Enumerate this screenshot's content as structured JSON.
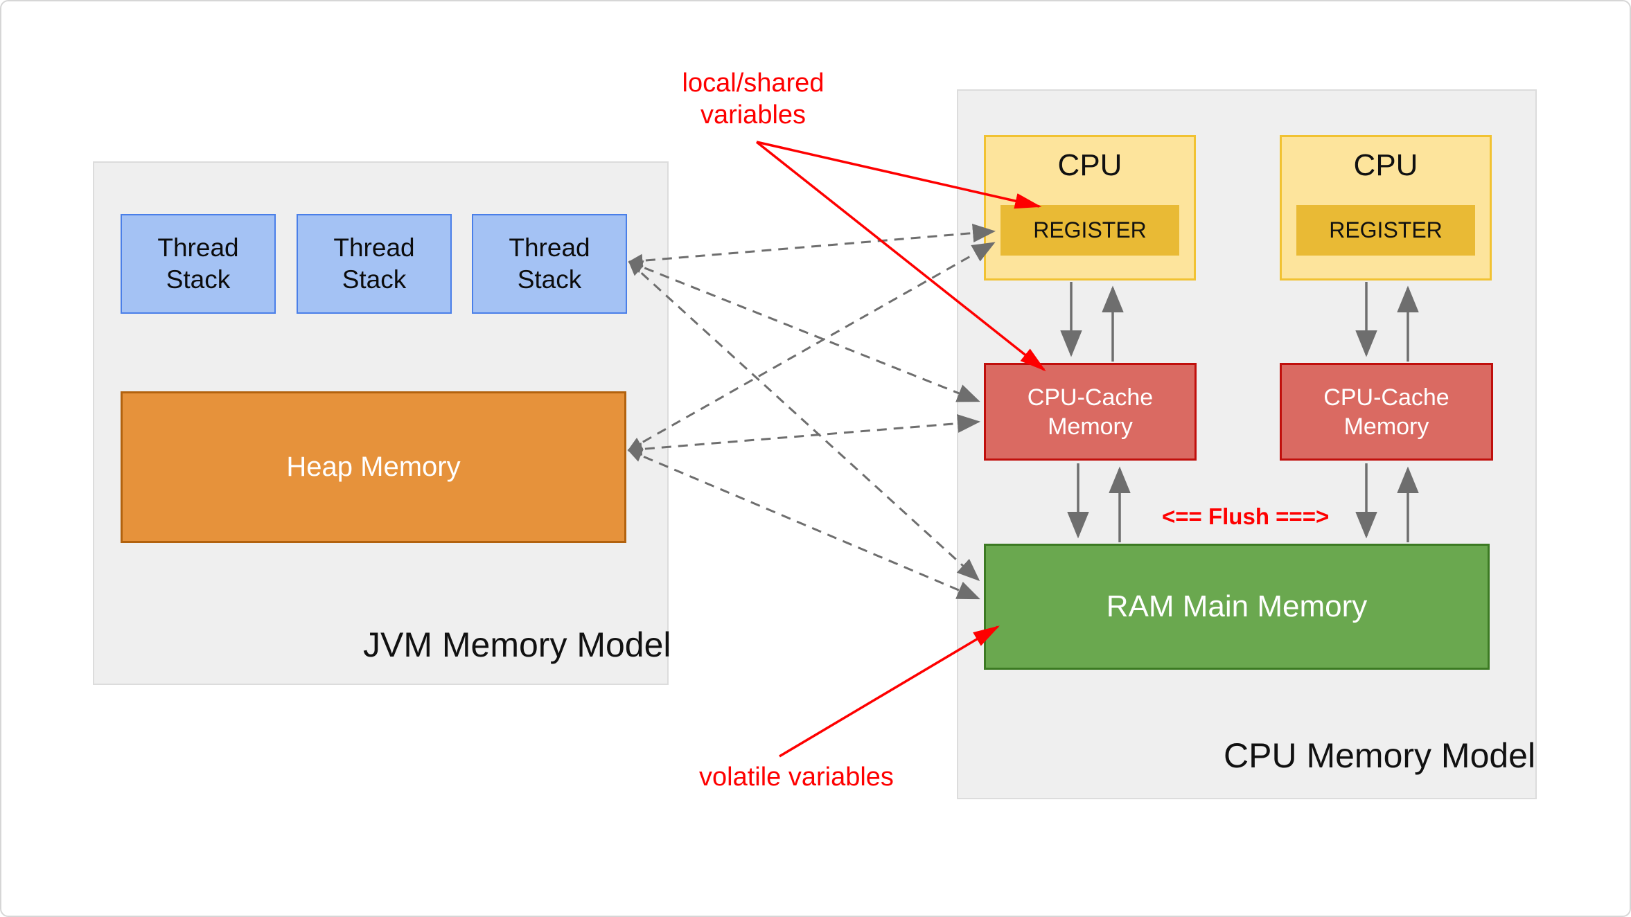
{
  "jvm_model": {
    "title": "JVM Memory Model",
    "thread_stacks": [
      "Thread Stack",
      "Thread Stack",
      "Thread Stack"
    ],
    "heap": "Heap Memory"
  },
  "cpu_model": {
    "title": "CPU Memory Model",
    "cpus": [
      {
        "label": "CPU",
        "register": "REGISTER",
        "cache": "CPU-Cache Memory"
      },
      {
        "label": "CPU",
        "register": "REGISTER",
        "cache": "CPU-Cache Memory"
      }
    ],
    "ram": "RAM Main Memory"
  },
  "annotations": {
    "local_shared": "local/shared variables",
    "volatile": "volatile variables",
    "flush": "<== Flush ===>"
  },
  "colors": {
    "container_bg": "#efefef",
    "thread_fill": "#a4c2f4",
    "thread_border": "#4a7fe8",
    "heap_fill": "#e6923b",
    "heap_border": "#b2620e",
    "cpu_fill": "#fde49c",
    "cpu_border": "#f1c232",
    "register_fill": "#e9ba35",
    "cache_fill": "#da6a62",
    "cache_border": "#c00f0c",
    "ram_fill": "#6aa84f",
    "ram_border": "#3c7a23",
    "annotation_red": "#fe0000",
    "arrow_gray": "#6e6e6e"
  }
}
